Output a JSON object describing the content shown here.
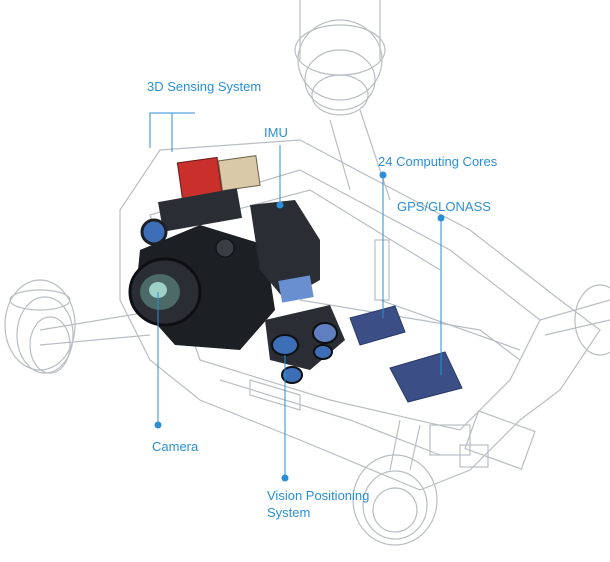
{
  "diagram": {
    "labels": {
      "sensing_3d": "3D Sensing System",
      "imu": "IMU",
      "computing_cores": "24 Computing Cores",
      "gps": "GPS/GLONASS",
      "camera": "Camera",
      "vision_positioning_line1": "Vision Positioning",
      "vision_positioning_line2": "System"
    },
    "colors": {
      "accent": "#2a8fd6",
      "wireframe": "#b9bec4",
      "gimbal": "#1c1f24",
      "chip": "#3b4f86",
      "sensor_red": "#c9302c",
      "sensor_blue": "#3d6fb8"
    }
  }
}
